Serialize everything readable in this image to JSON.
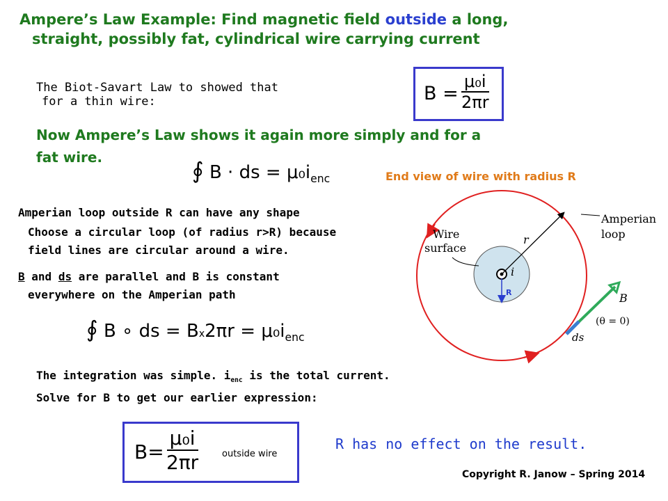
{
  "title": {
    "line1_pre": "Ampere’s Law Example: Find magnetic field ",
    "line1_highlight": "outside",
    "line1_post": " a long,",
    "line2": "straight, possibly fat, cylindrical wire carrying current"
  },
  "biot": {
    "line1": "The Biot-Savart Law to showed that",
    "line2": "for a thin wire:"
  },
  "ampere_note": {
    "line1": "Now Ampere’s Law shows it again more simply and for a",
    "line2": "fat wire."
  },
  "loop_text": {
    "line1": "Amperian loop outside R can have any shape",
    "line2": "Choose a circular loop (of radius r>R) because",
    "line3": "field lines are circular around a wire.",
    "line4_b": "B",
    "line4_mid": " and ",
    "line4_ds": "ds",
    "line4_post": " are parallel and B is constant",
    "line5": "everywhere on the Amperian path"
  },
  "integration": {
    "line1": "The integration was simple.  i",
    "line1_sub": "enc",
    "line1_post": " is the total current.",
    "line2": "Solve for B to get our earlier expression:"
  },
  "conclusion": "R has no effect on the result.",
  "copyright": "Copyright R. Janow – Spring 2014",
  "diagram": {
    "caption": "End view of wire with radius R",
    "wire_label_1": "Wire",
    "wire_label_2": "surface",
    "amperian_label_1": "Amperian",
    "amperian_label_2": "loop",
    "r_label": "r",
    "i_label": "i",
    "R_label": "R",
    "B_label": "B",
    "theta_label": "(θ = 0)",
    "ds_label": "ds"
  },
  "equations": {
    "thin_wire": {
      "lhs": "B =",
      "num": "μ₀i",
      "den": "2πr"
    },
    "ampere": {
      "integral": "∮",
      "lhs": "B · ds",
      "eq": "=",
      "rhs": "μ₀i",
      "sub": "enc"
    },
    "worked": {
      "integral": "∮",
      "lhs": "B ∘ ds",
      "eq1": "=",
      "mid": "B",
      "times": "x",
      "mid2": "2πr",
      "eq2": "=",
      "rhs": "μ₀i",
      "sub": "enc"
    },
    "result": {
      "lhs": "B=",
      "num": "μ₀i",
      "den": "2πr",
      "note": "outside wire"
    }
  },
  "colors": {
    "title_green": "#1f7a1f",
    "highlight_blue": "#2a3fcf",
    "caption_orange": "#e07b1a",
    "loop_red": "#e02020",
    "wire_fill": "#cfe3ee",
    "vector_green": "#2faa5a",
    "box_blue": "#3a3acc"
  }
}
